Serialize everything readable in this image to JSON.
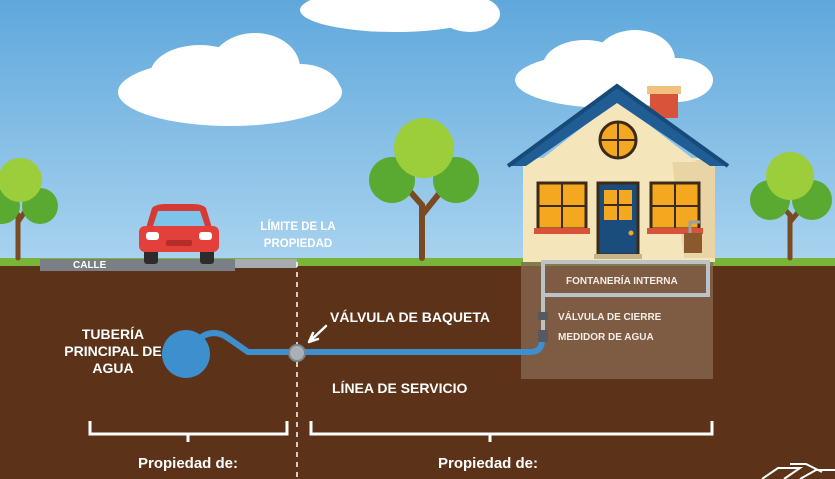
{
  "labels": {
    "street": "CALLE",
    "property_limit_line1": "LÍMITE DE LA",
    "property_limit_line2": "PROPIEDAD",
    "internal_plumbing": "FONTANERÍA INTERNA",
    "curb_valve": "VÁLVULA DE BAQUETA",
    "shutoff_valve": "VÁLVULA DE CIERRE",
    "water_meter": "MEDIDOR DE AGUA",
    "water_main_line1": "TUBERÍA",
    "water_main_line2": "PRINCIPAL DE",
    "water_main_line3": "AGUA",
    "service_line": "LÍNEA DE SERVICIO",
    "city_property": "Propiedad de:",
    "owner_property": "Propiedad de:"
  },
  "colors": {
    "sky": "#6fb0de",
    "soil": "#5c3318",
    "grass": "#79b539",
    "pipe": "#3d8fce",
    "house_wall": "#f5e5bb",
    "roof": "#1f5d94",
    "door": "#1b4d7c",
    "window": "#f3a81f",
    "car": "#e4403b"
  },
  "icons": [
    "tree-icon",
    "car-icon",
    "house-icon",
    "valve-icon",
    "water-meter-icon"
  ]
}
